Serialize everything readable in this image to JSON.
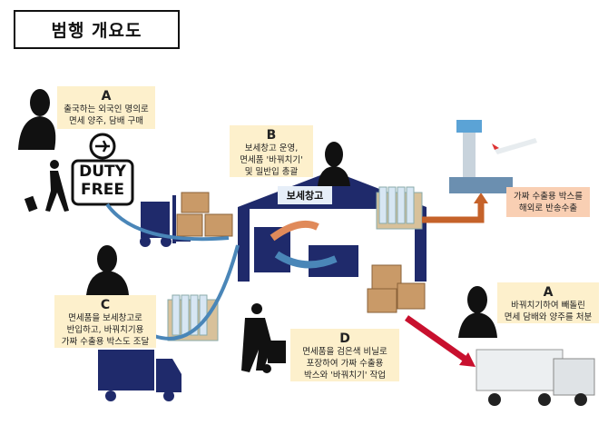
{
  "title": "범행 개요도",
  "notes": {
    "a_top": {
      "tag": "A",
      "line1": "출국하는 외국인 명의로",
      "line2": "면세 양주, 담배 구매"
    },
    "b": {
      "tag": "B",
      "line1": "보세창고 운영,",
      "line2": "면세품 '바꿔치기'",
      "line3": "및 밀반입 총괄"
    },
    "export": {
      "line1": "가짜 수출용 박스를",
      "line2": "해외로 반송수출"
    },
    "a_right": {
      "tag": "A",
      "line1": "바꿔치기하여 빼돌린",
      "line2": "면세 담배와 양주를 처분"
    },
    "c": {
      "tag": "C",
      "line1": "면세품을 보세창고로",
      "line2": "반입하고, 바꿔치기용",
      "line3": "가짜 수출용 박스도 조달"
    },
    "d": {
      "tag": "D",
      "line1": "면세품을 검은색 비닐로",
      "line2": "포장하여 가짜 수출용",
      "line3": "박스와 '바꿔치기' 작업"
    }
  },
  "warehouse_label": "보세창고",
  "duty_free": {
    "line1": "DUTY",
    "line2": "FREE"
  },
  "colors": {
    "navy": "#1f2a6b",
    "note": "#fdf0cc",
    "peach": "#f9cfb3",
    "orange": "#c5622a",
    "red": "#c8102e",
    "blue": "#4a86b8"
  }
}
